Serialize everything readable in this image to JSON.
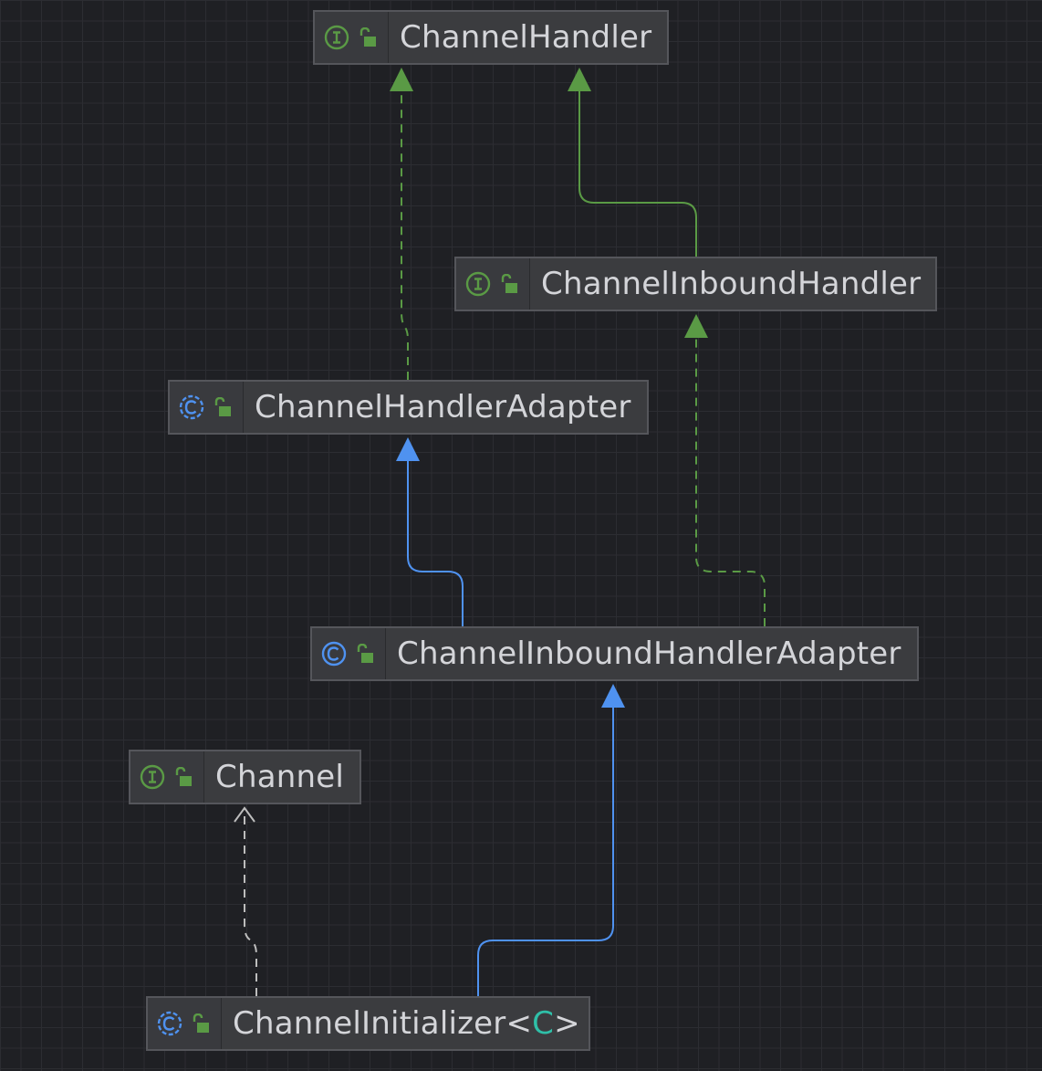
{
  "nodes": {
    "channel_handler": {
      "kind": "interface",
      "kind_letter": "I",
      "name": "ChannelHandler"
    },
    "channel_inbound_handler": {
      "kind": "interface",
      "kind_letter": "I",
      "name": "ChannelInboundHandler"
    },
    "channel_handler_adapter": {
      "kind": "class",
      "kind_letter": "C",
      "name": "ChannelHandlerAdapter"
    },
    "channel_inbound_handler_adapter": {
      "kind": "class",
      "kind_letter": "C",
      "name": "ChannelInboundHandlerAdapter"
    },
    "channel": {
      "kind": "interface",
      "kind_letter": "I",
      "name": "Channel"
    },
    "channel_initializer": {
      "kind": "class",
      "kind_letter": "C",
      "name": "ChannelInitializer",
      "type_open": "<",
      "type_param": "C",
      "type_close": ">"
    }
  },
  "edges": [
    {
      "from": "channel_handler_adapter",
      "to": "channel_handler",
      "relation": "implements",
      "style": "dashed",
      "color": "#5a9a45"
    },
    {
      "from": "channel_inbound_handler",
      "to": "channel_handler",
      "relation": "extends",
      "style": "solid",
      "color": "#5a9a45"
    },
    {
      "from": "channel_inbound_handler_adapter",
      "to": "channel_handler_adapter",
      "relation": "extends",
      "style": "solid",
      "color": "#4f92f0"
    },
    {
      "from": "channel_inbound_handler_adapter",
      "to": "channel_inbound_handler",
      "relation": "implements",
      "style": "dashed",
      "color": "#5a9a45"
    },
    {
      "from": "channel_initializer",
      "to": "channel_inbound_handler_adapter",
      "relation": "extends",
      "style": "solid",
      "color": "#4f92f0"
    },
    {
      "from": "channel_initializer",
      "to": "channel",
      "relation": "depends",
      "style": "dashed",
      "color": "#bdbdbd"
    }
  ],
  "colors": {
    "interface_icon": "#5a9a45",
    "class_icon": "#4f92f0",
    "visibility_icon": "#5a9a45",
    "type_param": "#2fbfa8",
    "node_fill": "#3b3c3f",
    "node_border": "#55565b",
    "background": "#1f2024"
  },
  "icons": {
    "interface": "interface-i-icon",
    "class": "class-c-icon",
    "visibility": "public-lock-icon"
  }
}
